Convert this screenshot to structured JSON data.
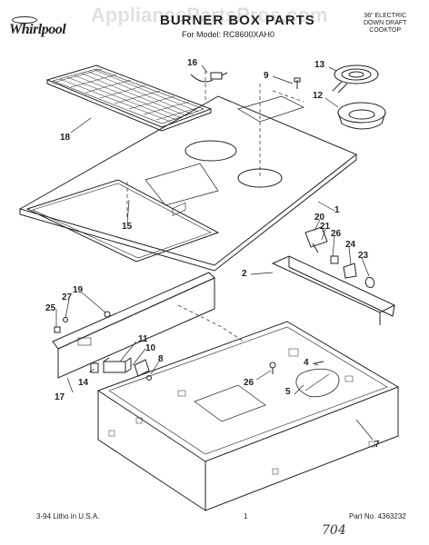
{
  "header": {
    "watermark": "AppliancePartsPros.com",
    "brand": "Whirlpool",
    "title": "BURNER BOX PARTS",
    "model": "For Model: RC8600XAH0",
    "description": [
      "36\" ELECTRIC",
      "DOWN DRAFT",
      "COOKTOP"
    ]
  },
  "footer": {
    "litho": "3-94   Litho in U.S.A.",
    "page": "1",
    "part_no": "Part No. 4363232",
    "handwritten": "704"
  },
  "callouts": {
    "c1": "1",
    "c2": "2",
    "c4": "4",
    "c5": "5",
    "c7": "7",
    "c8": "8",
    "c9": "9",
    "c10": "10",
    "c11": "11",
    "c12": "12",
    "c13": "13",
    "c14": "14",
    "c15": "15",
    "c16": "16",
    "c17": "17",
    "c18": "18",
    "c19": "19",
    "c20": "20",
    "c21": "21",
    "c23": "23",
    "c24": "24",
    "c25": "25",
    "c26a": "26",
    "c26b": "26",
    "c27": "27"
  }
}
